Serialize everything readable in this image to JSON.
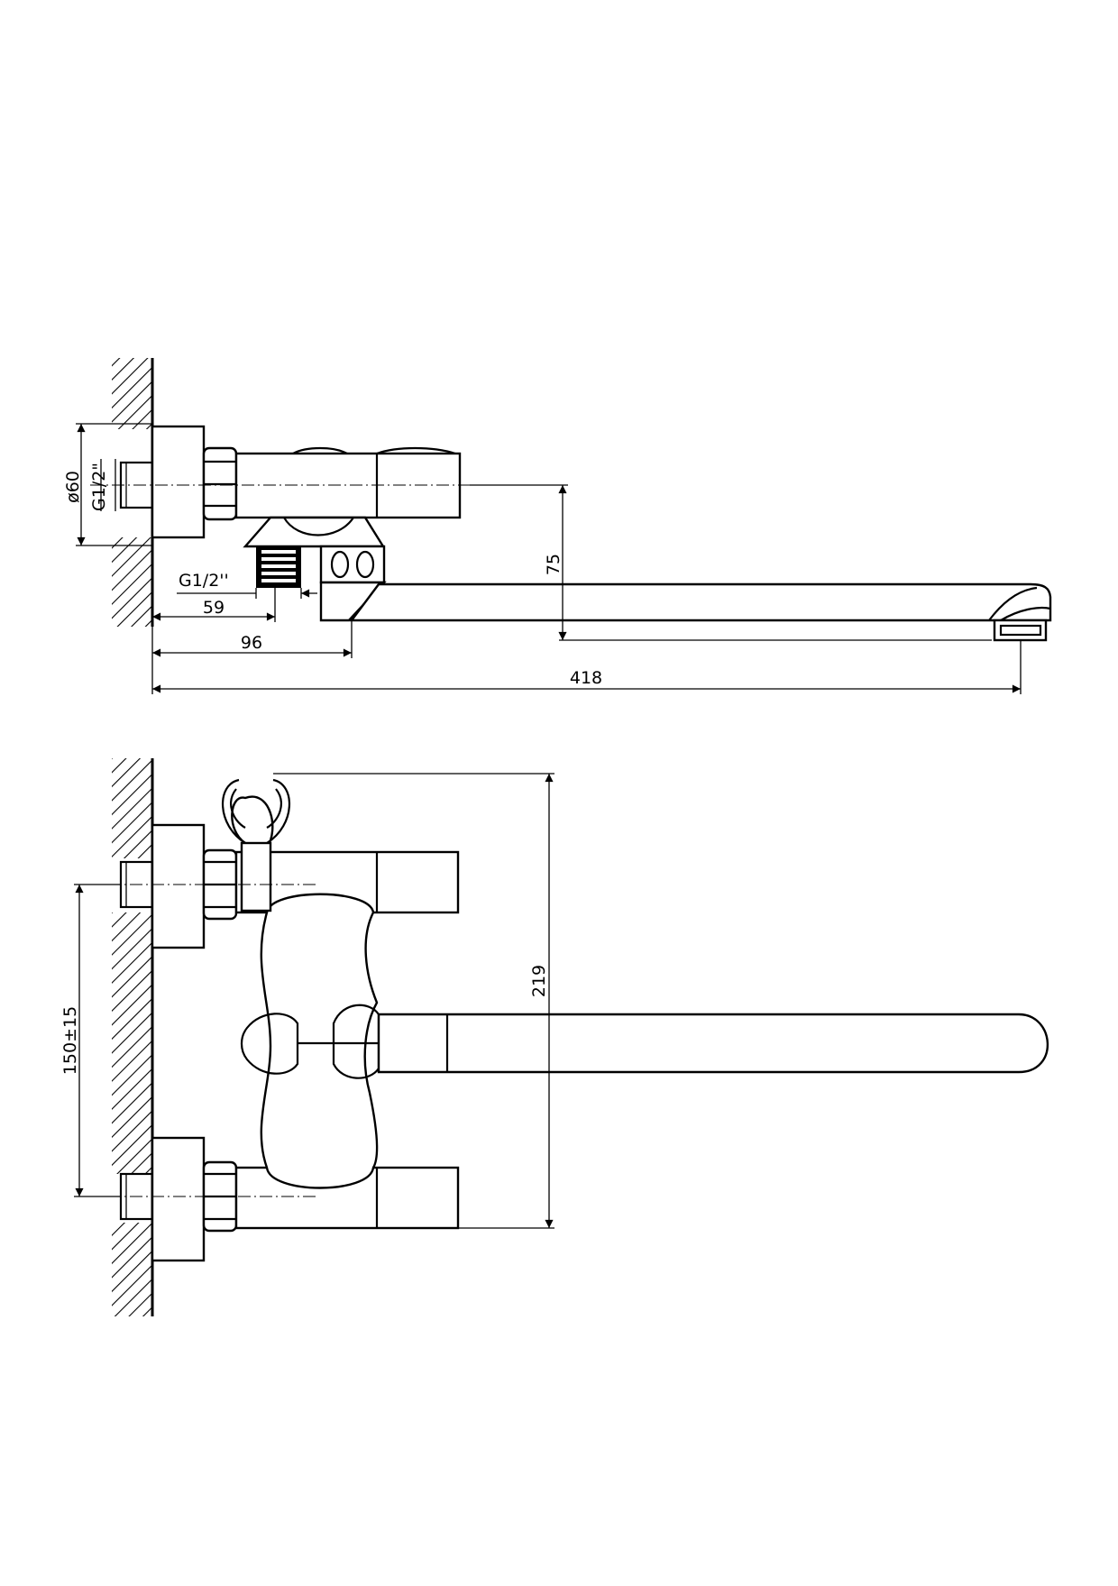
{
  "colors": {
    "line": "#000000",
    "background": "#ffffff"
  },
  "side_view": {
    "dims": {
      "wall_thread": "G1/2\"",
      "escutcheon_diameter": "ø60",
      "shower_outlet_thread": "G1/2''",
      "outlet_offset": "59",
      "spout_base_offset": "96",
      "overall_length": "418",
      "spout_height": "75"
    }
  },
  "top_view": {
    "dims": {
      "overall_width": "219",
      "inlet_spacing": "150±15"
    }
  }
}
